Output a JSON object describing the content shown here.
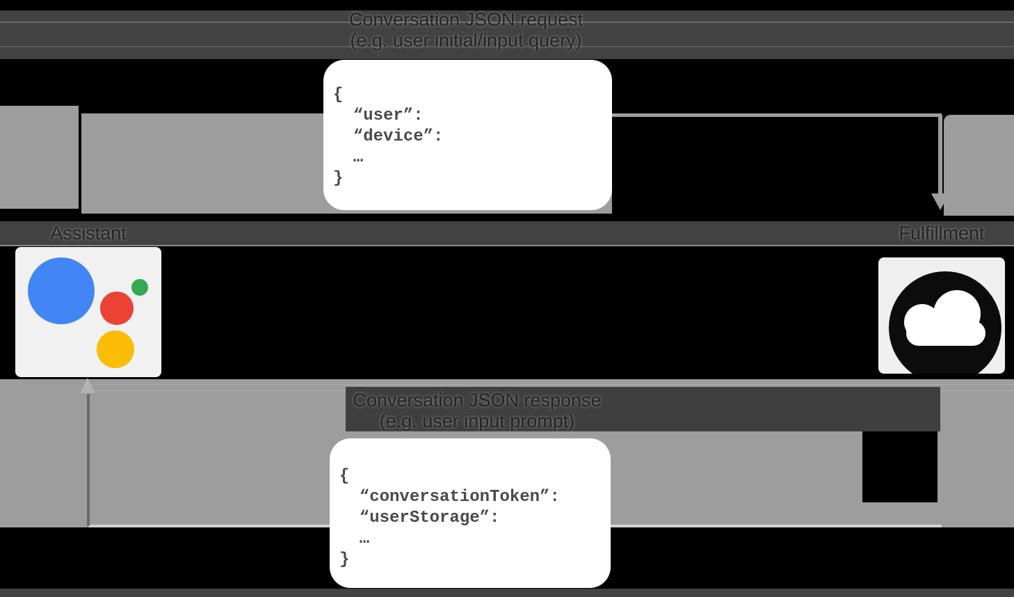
{
  "titles": {
    "request_line1": "Conversation JSON request",
    "request_line2": "(e.g. user initial/input query)",
    "response_line1": "Conversation JSON response",
    "response_line2": "(e.g. user input prompt)"
  },
  "labels": {
    "assistant": "Assistant",
    "fulfillment": "Fulfillment"
  },
  "request_json": {
    "lines": [
      "{",
      "  “user”:",
      "  “device”:",
      "  …",
      "}"
    ]
  },
  "response_json": {
    "lines": [
      "{",
      "  “conversationToken”:",
      "  “userStorage”:",
      "  …",
      "}"
    ]
  },
  "colors": {
    "background": "#000000",
    "corridor_gray": "#9d9d9d",
    "band_gray": "#424242",
    "callout_white": "#ffffff",
    "code_text": "#4a4a4a",
    "assistant_blue": "#4285f4",
    "assistant_red": "#ea4335",
    "assistant_green": "#34a853",
    "assistant_yellow": "#fbbc05",
    "cloud_black": "#0c0c0c"
  },
  "icons": {
    "assistant": "google-assistant-logo",
    "fulfillment": "cloud-icon",
    "request_arrow": "arrowhead-down-icon",
    "response_arrow": "arrowhead-up-icon"
  }
}
